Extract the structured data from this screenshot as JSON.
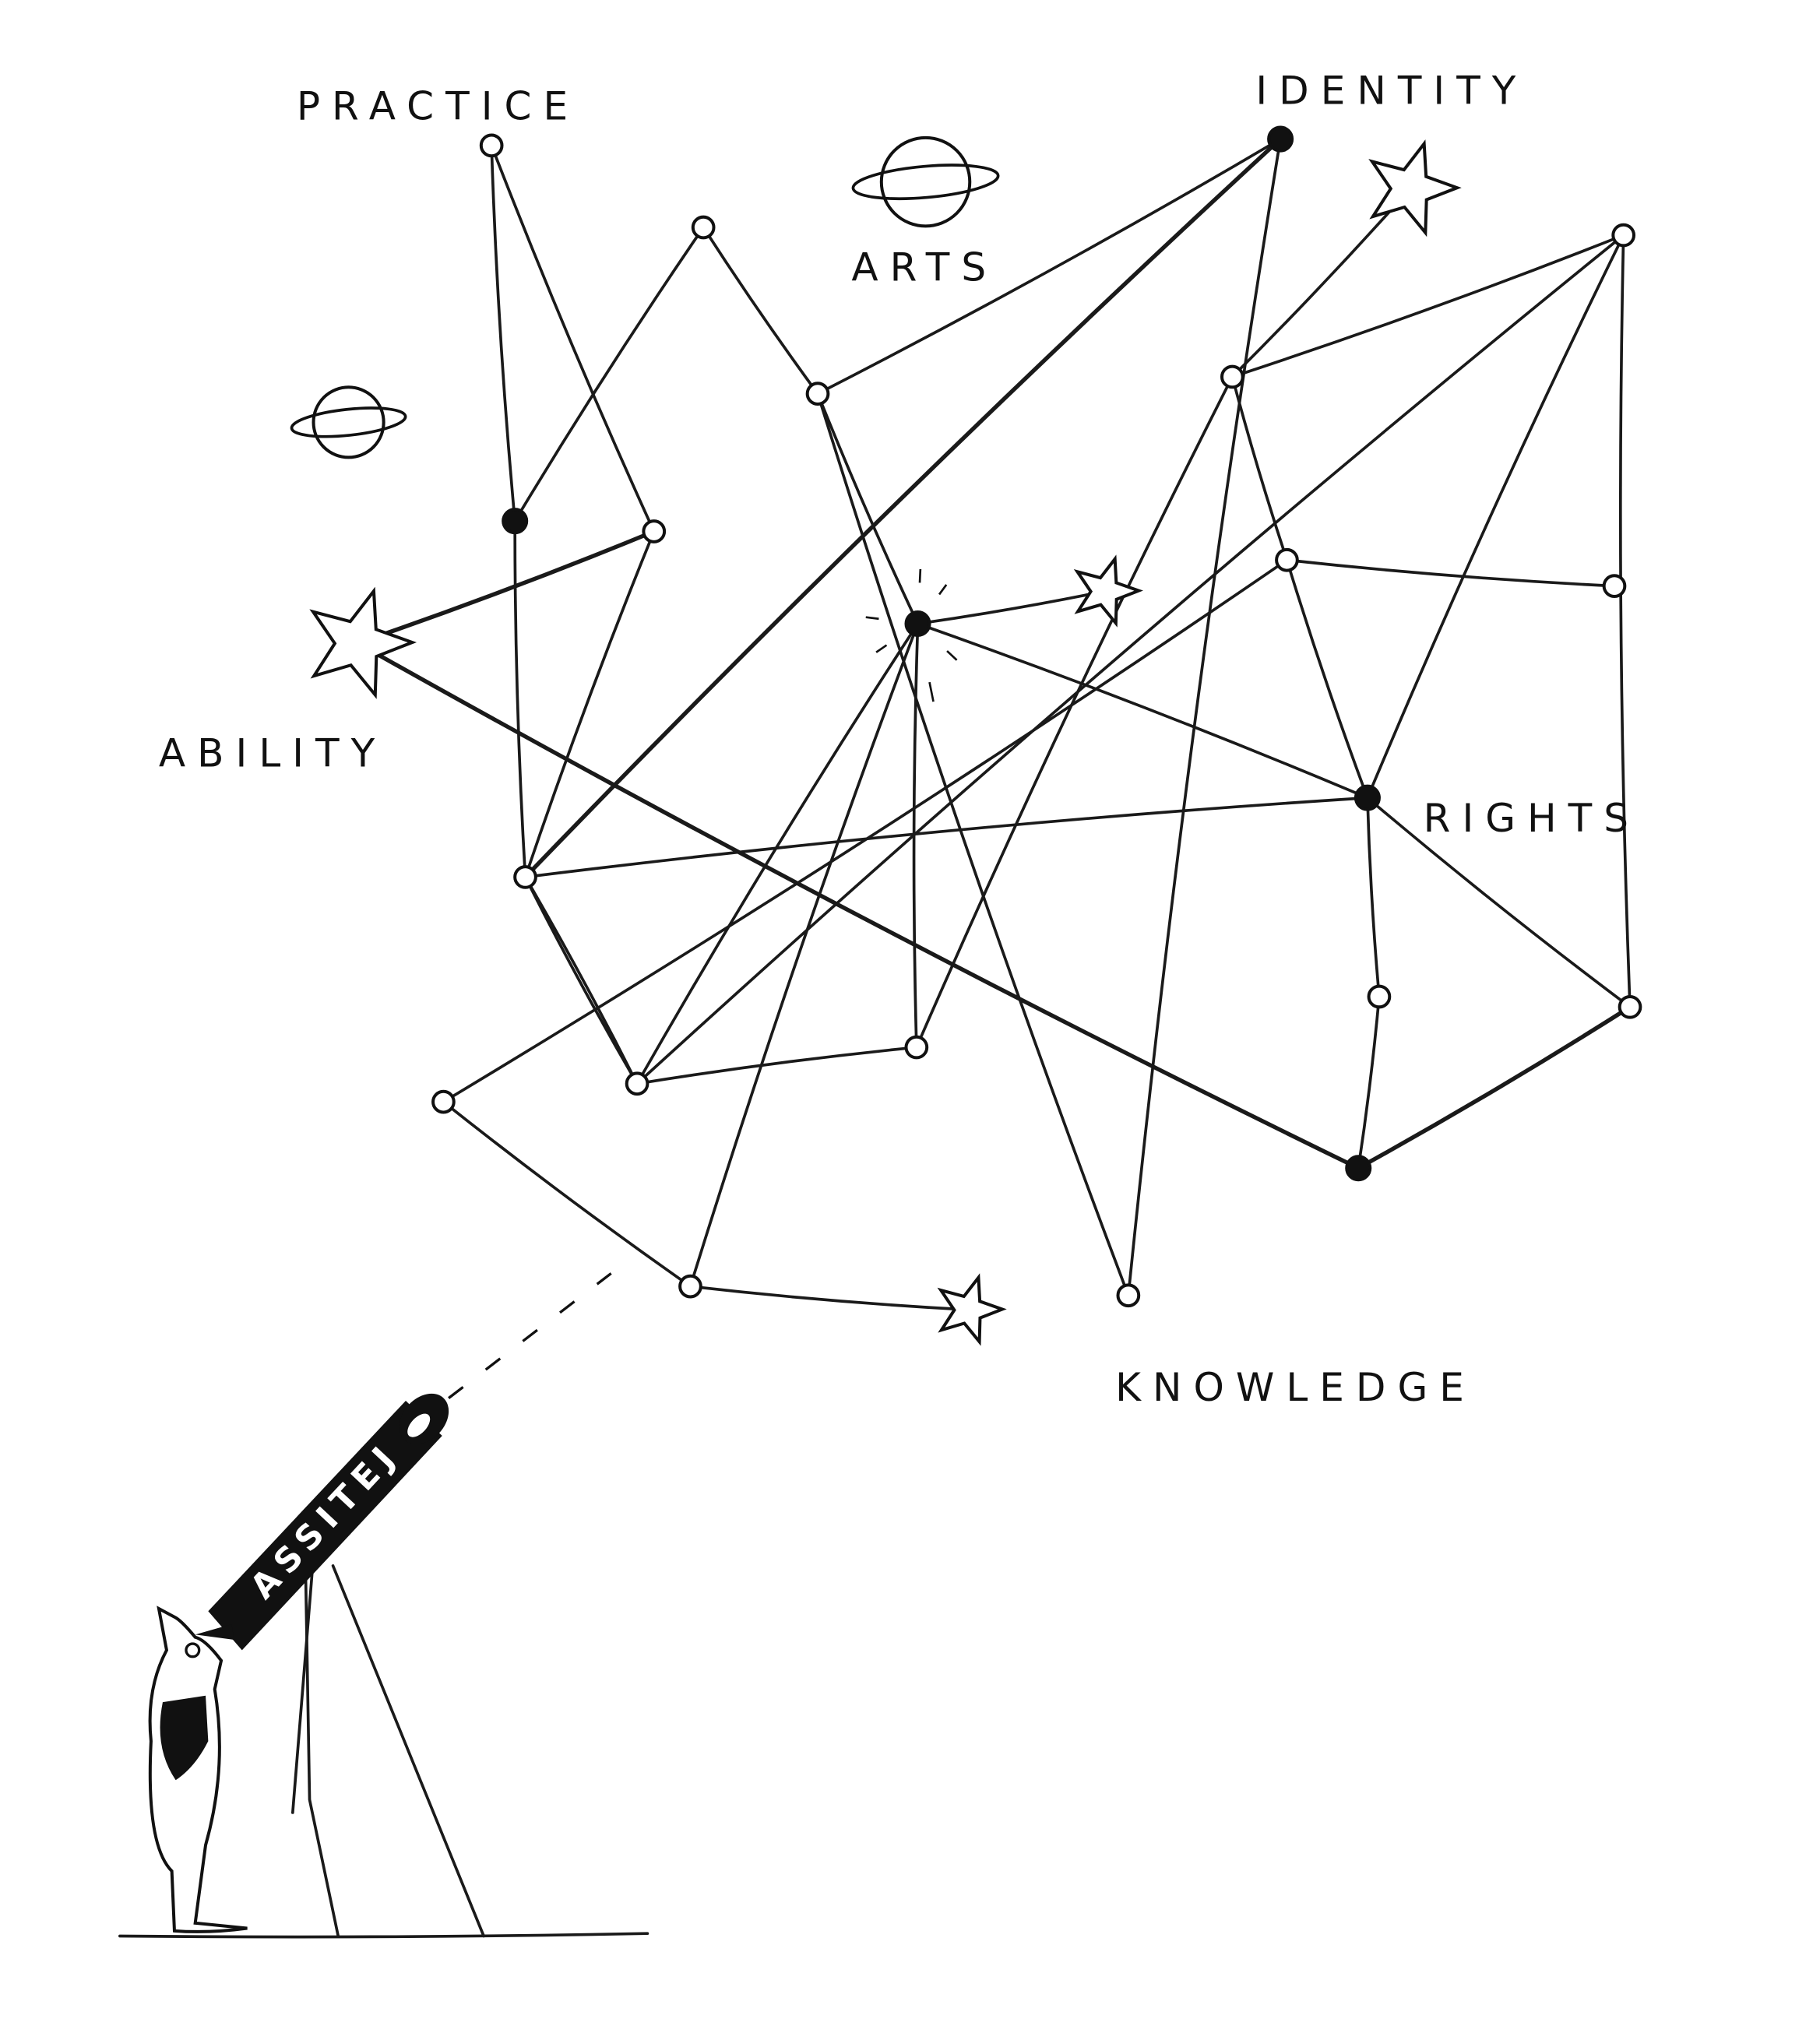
{
  "labels": {
    "practice": "PRACTICE",
    "identity": "IDENTITY",
    "arts": "ARTS",
    "ability": "ABILITY",
    "rights": "RIGHTS",
    "knowledge": "KNOWLEDGE"
  },
  "telescope": {
    "brand": "ASSITEJ"
  }
}
